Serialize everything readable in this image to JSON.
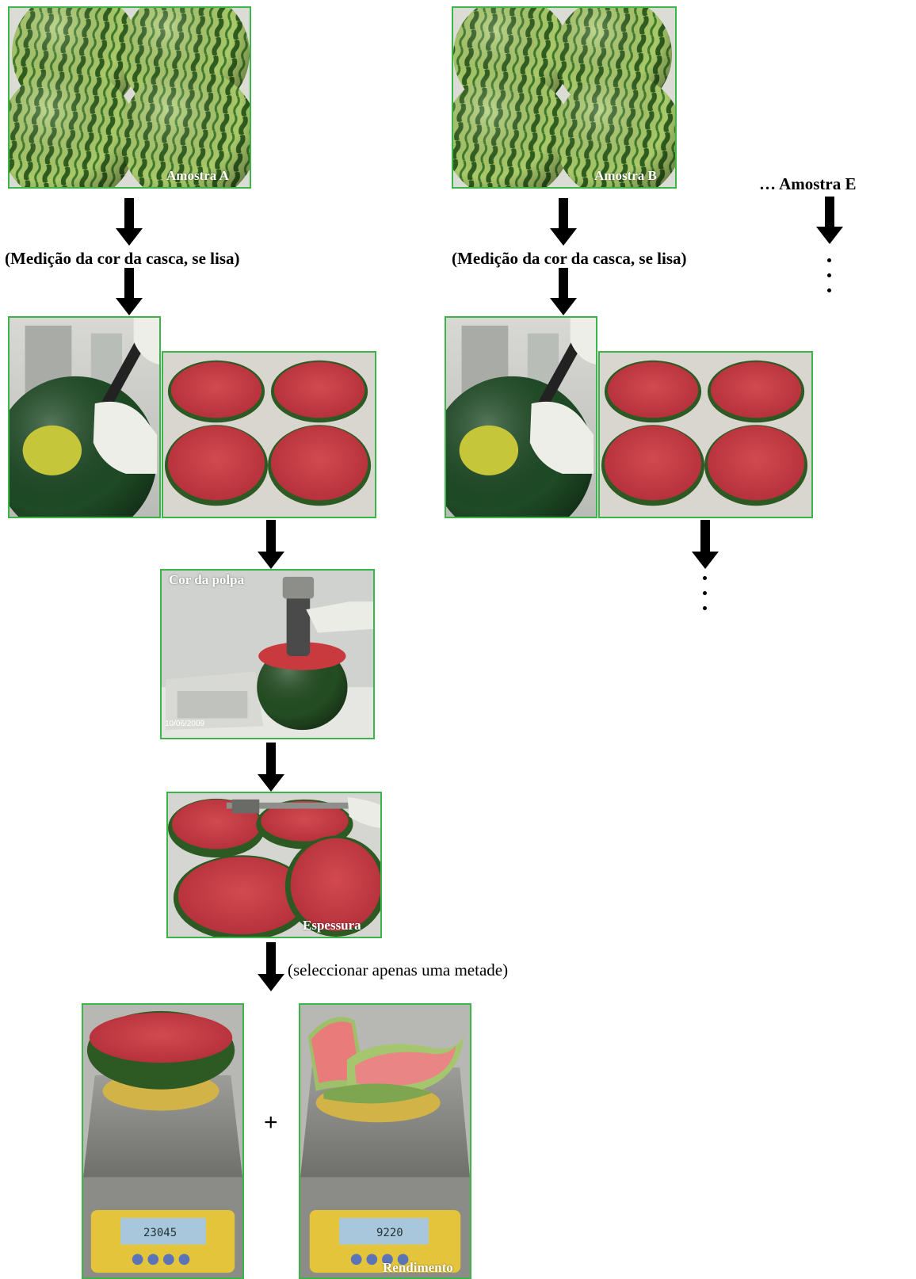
{
  "samples": {
    "a_caption": "Amostra A",
    "b_caption": "Amostra B",
    "e_label": "… Amostra E"
  },
  "steps": {
    "rind_color_a": "(Medição da cor da casca, se lisa)",
    "rind_color_b": "(Medição da cor da casca, se lisa)",
    "pulp_color": "Cor da polpa",
    "pulp_date": "10/06/2009",
    "thickness": "Espessura",
    "select_half": "(seleccionar apenas uma metade)",
    "plus": "+",
    "yield": "Rendimento"
  },
  "scales": {
    "left_reading": "23045",
    "right_reading": "9220"
  },
  "colors": {
    "frame": "#3cb44a",
    "arrow": "#000000"
  }
}
